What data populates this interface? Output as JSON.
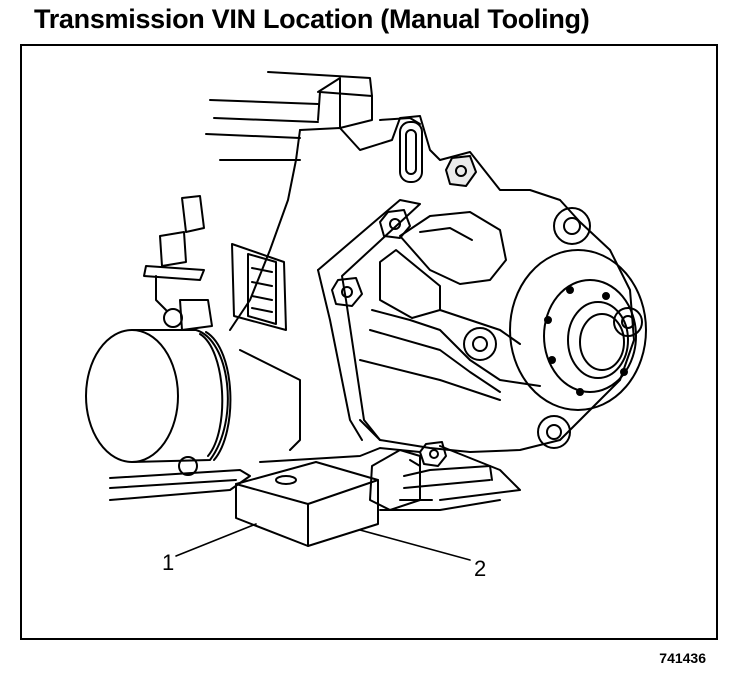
{
  "title": "Transmission VIN Location (Manual Tooling)",
  "callouts": {
    "one": "1",
    "two": "2"
  },
  "figure_number": "741436",
  "colors": {
    "line": "#000000",
    "background": "#ffffff"
  }
}
